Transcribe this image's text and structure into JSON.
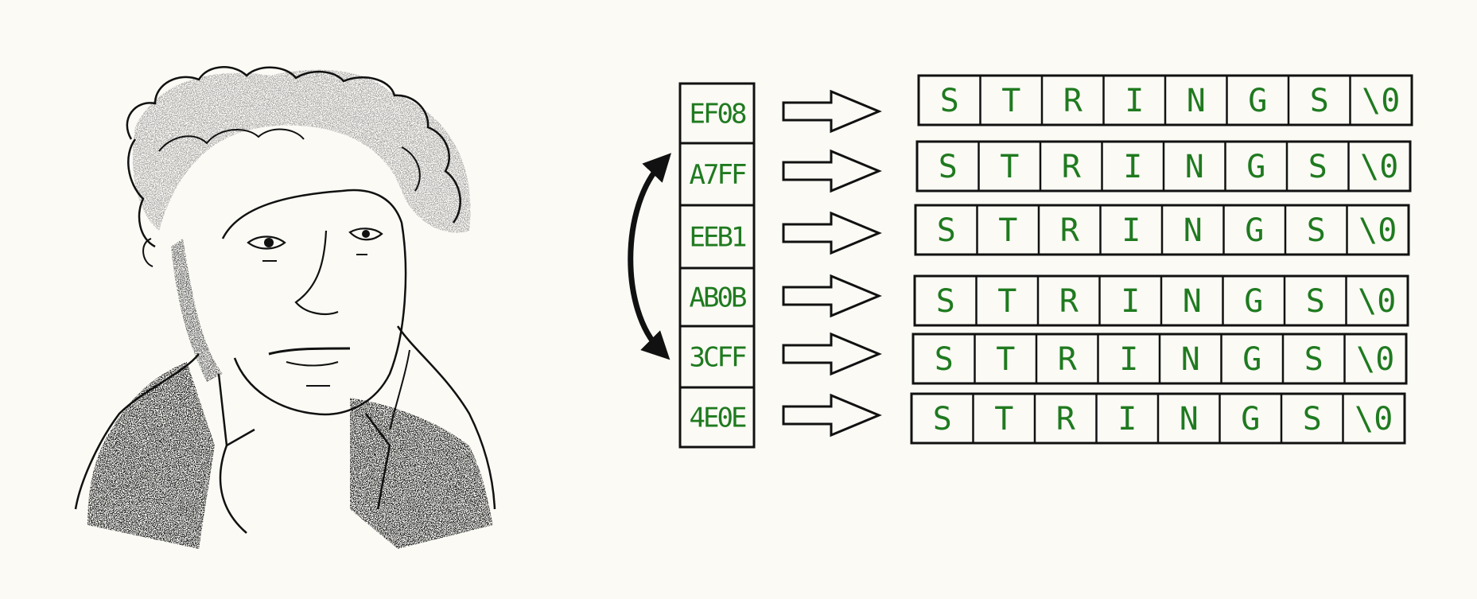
{
  "colors": {
    "background": "#fbfaf5",
    "ink": "#111111",
    "text_green": "#1f7a1f",
    "shade": "#9a9a9a"
  },
  "illustration": {
    "subject": "portrait-sketch"
  },
  "pointer_array": {
    "cells": [
      "EF08",
      "A7FF",
      "EEB1",
      "AB0B",
      "3CFF",
      "4E0E"
    ],
    "swap": {
      "from_index": 1,
      "to_index": 4
    }
  },
  "strings": {
    "characters": [
      "S",
      "T",
      "R",
      "I",
      "N",
      "G",
      "S",
      "\\0"
    ],
    "row_count": 6
  }
}
